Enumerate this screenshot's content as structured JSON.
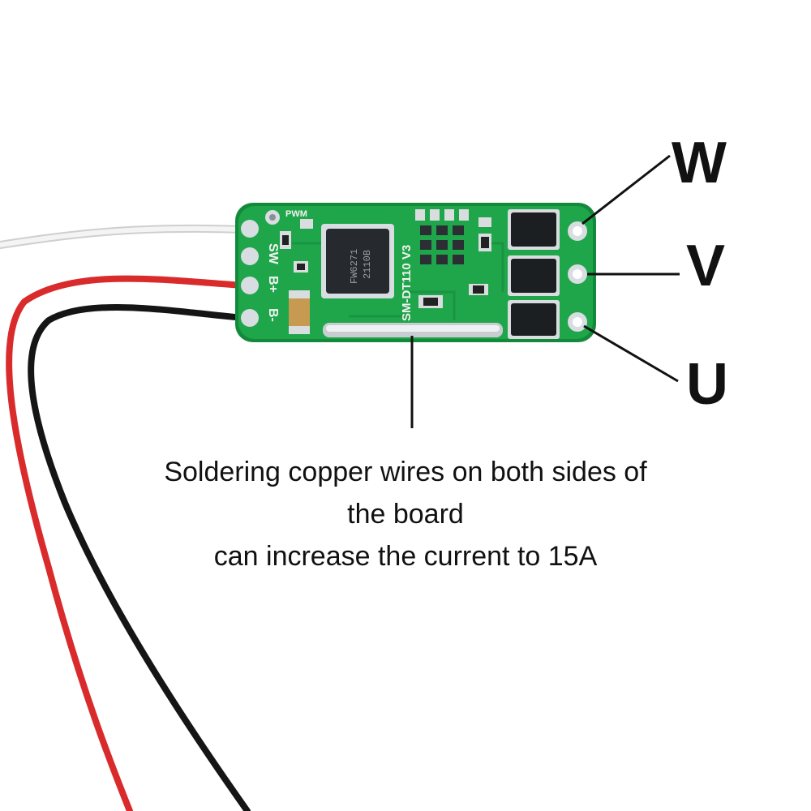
{
  "board": {
    "pwm_label": "PWM",
    "pin_labels": [
      "SW",
      "B+",
      "B-"
    ],
    "chip_marking_line1": "FW6271",
    "chip_marking_line2": "2110B",
    "model_marking": "SM-DT110 V3"
  },
  "phase_labels": {
    "w": "W",
    "v": "V",
    "u": "U"
  },
  "caption": {
    "line1": "Soldering copper wires on both sides of",
    "line2": "the board",
    "line3": "can increase the current to 15A"
  },
  "colors": {
    "pcb_green": "#1fa64a",
    "wire_white": "#ededed",
    "wire_red": "#d92b2b",
    "wire_black": "#151515",
    "text": "#111111"
  }
}
